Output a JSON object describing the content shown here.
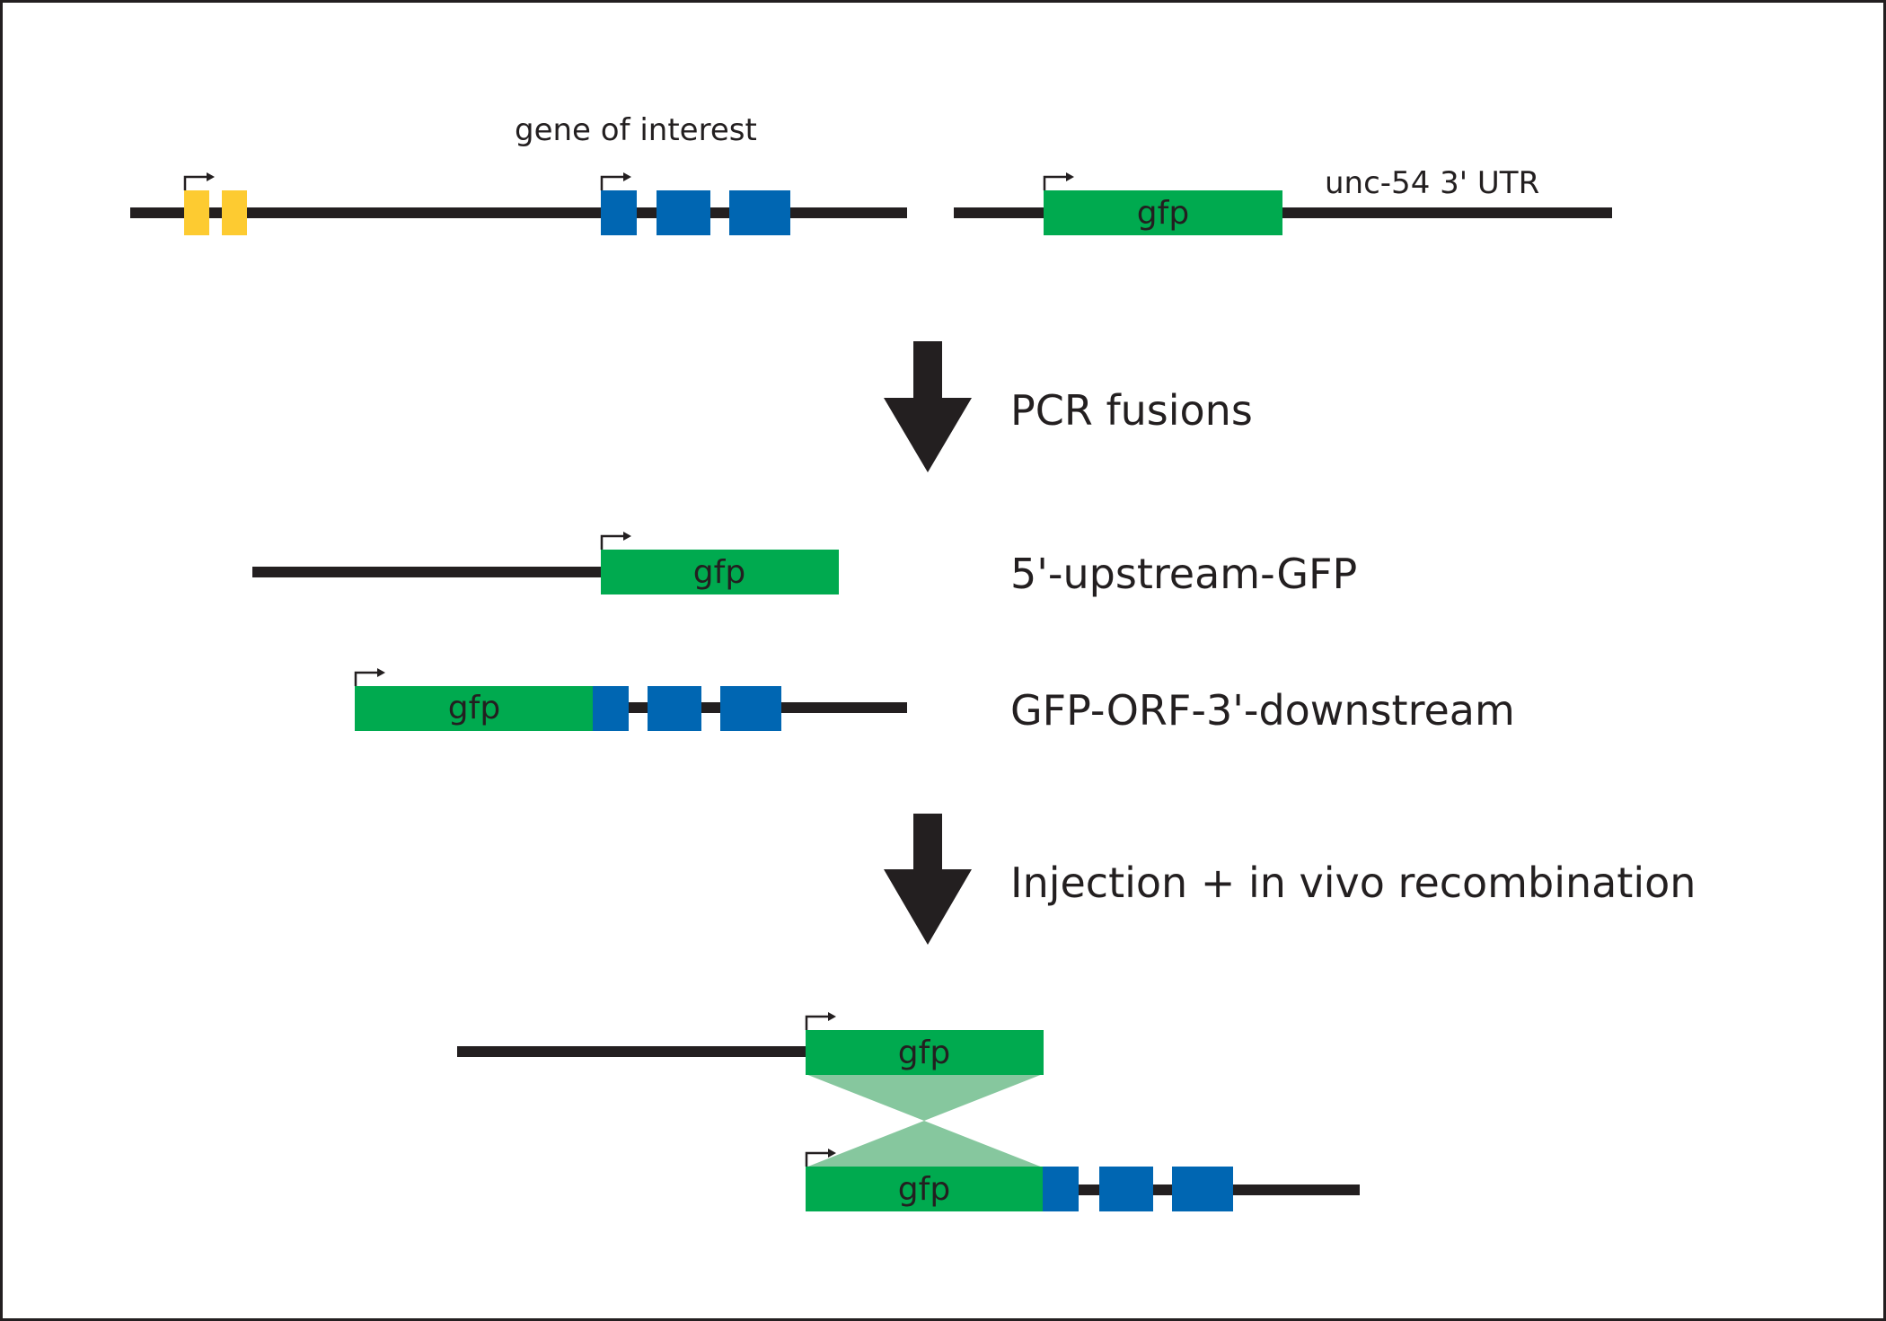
{
  "colors": {
    "dna_line": "#231f20",
    "yellow_exon": "#fdcb31",
    "blue_exon": "#0066b2",
    "gfp_green": "#00aa4f",
    "crossover_green": "#86c79e",
    "border": "#231f20"
  },
  "top_row": {
    "gene_label": "gene of interest",
    "utr_label": "unc-54 3' UTR",
    "gfp_label": "gfp"
  },
  "steps": {
    "pcr_label": "PCR fusions",
    "injection_label": "Injection + in vivo recombination"
  },
  "fusion_products": {
    "upstream_label": "5'-upstream-GFP",
    "upstream_gfp": "gfp",
    "downstream_label": "GFP-ORF-3'-downstream",
    "downstream_gfp": "gfp"
  },
  "recombination": {
    "top_gfp": "gfp",
    "bottom_gfp": "gfp"
  },
  "icons": {
    "promoter": "promoter-arrow-icon",
    "step_arrow": "down-arrow-icon"
  }
}
